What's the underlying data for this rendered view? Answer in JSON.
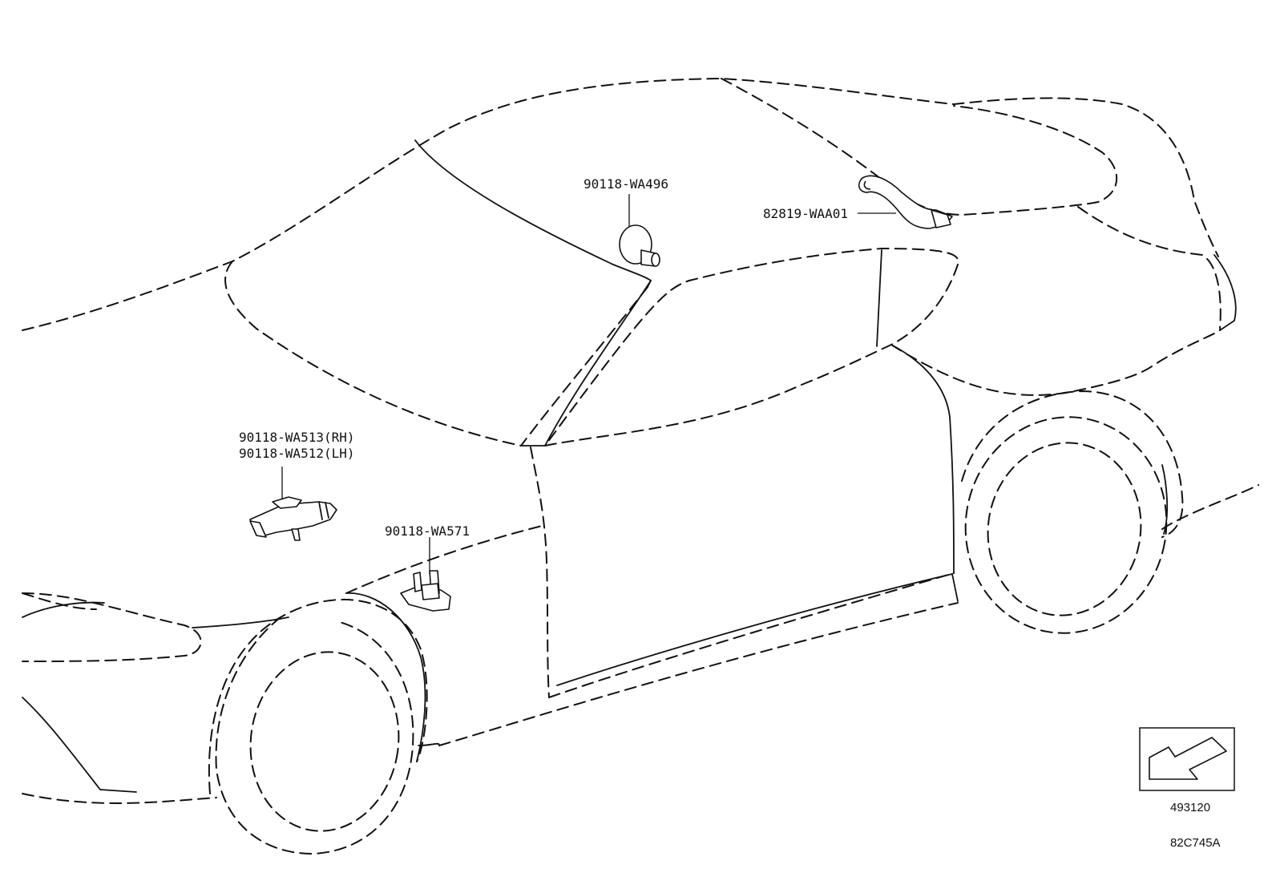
{
  "parts": [
    {
      "id": "rear-window-part",
      "label": "90118-WA496"
    },
    {
      "id": "rear-deck-harness",
      "label": "82819-WAA01"
    },
    {
      "id": "side-sensor-rh",
      "label": "90118-WA513(RH)"
    },
    {
      "id": "side-sensor-lh",
      "label": "90118-WA512(LH)"
    },
    {
      "id": "fender-clip",
      "label": "90118-WA571"
    }
  ],
  "view_reference": {
    "code": "493120"
  },
  "figure_code": "82C745A"
}
